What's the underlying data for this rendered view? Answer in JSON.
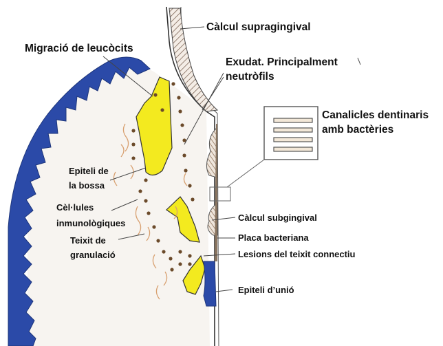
{
  "colors": {
    "epithelium_blue": "#2b4aa8",
    "pocket_yellow": "#f3ea1f",
    "cell_dot": "#6b4a2a",
    "fiber": "#d8a070",
    "outline": "#333333",
    "background": "#ffffff"
  },
  "labels": {
    "calcul_supragingival": "Càlcul supragingival",
    "migracio_leucocits": "Migració de leucòcits",
    "exudat_line1": "Exudat. Principalment",
    "exudat_line2": "neutròfils",
    "canalicles_line1": "Canalicles dentinaris",
    "canalicles_line2": "amb bactèries",
    "epiteli_bossa_line1": "Epiteli de",
    "epiteli_bossa_line2": "la bossa",
    "cellules_line1": "Cèl·lules",
    "cellules_line2": "inmunològiques",
    "teixit_line1": "Teixit de",
    "teixit_line2": "granulació",
    "calcul_subgingival": "Càlcul subgingival",
    "placa_bacteriana": "Placa bacteriana",
    "lesions_teixit": "Lesions del teixit connectiu",
    "epiteli_unio": "Epiteli d’unió"
  }
}
